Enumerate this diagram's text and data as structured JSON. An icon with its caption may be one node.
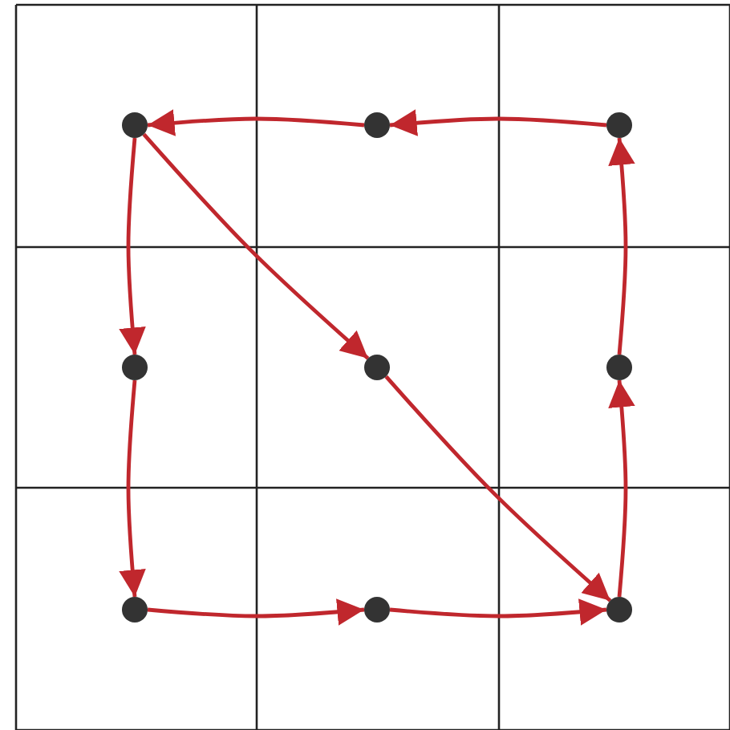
{
  "diagram": {
    "nodes": [
      {
        "text": [],
        "shape": "circle"
      },
      {
        "text": [],
        "shape": "circle"
      },
      {
        "text": [],
        "shape": "circle"
      },
      {
        "text": [],
        "shape": "circle"
      },
      {
        "text": [],
        "shape": "circle"
      },
      {
        "text": [],
        "shape": "circle"
      },
      {
        "text": [],
        "shape": "circle"
      },
      {
        "text": [],
        "shape": "circle"
      },
      {
        "text": [],
        "shape": "circle"
      }
    ],
    "edges": [
      {
        "from": 0,
        "to": 4,
        "arrow": "to"
      },
      {
        "from": 4,
        "to": 8,
        "arrow": "to"
      },
      {
        "from": 8,
        "to": 5,
        "arrow": "to"
      },
      {
        "from": 5,
        "to": 2,
        "arrow": "to"
      },
      {
        "from": 2,
        "to": 1,
        "arrow": "to"
      },
      {
        "from": 1,
        "to": 0,
        "arrow": "to"
      },
      {
        "from": 0,
        "to": 3,
        "arrow": "to"
      },
      {
        "from": 3,
        "to": 6,
        "arrow": "to"
      },
      {
        "from": 6,
        "to": 7,
        "arrow": "to"
      },
      {
        "from": 7,
        "to": 8,
        "arrow": "to"
      }
    ]
  }
}
